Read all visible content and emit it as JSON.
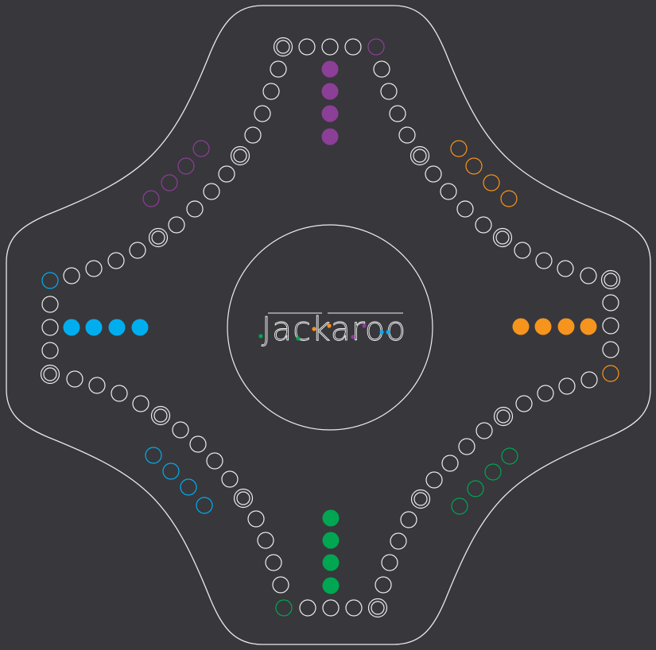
{
  "game": {
    "title": "Jackaroo"
  },
  "colors": {
    "background": "#38373c",
    "line": "#ececec",
    "purple": "#8c3f96",
    "orange": "#f7941d",
    "blue": "#00aeef",
    "green": "#00a651"
  },
  "players": [
    {
      "name": "purple",
      "side": "top",
      "color": "#8c3f96",
      "home_marbles": 4,
      "goal_slots": 4
    },
    {
      "name": "orange",
      "side": "right",
      "color": "#f7941d",
      "home_marbles": 4,
      "goal_slots": 4
    },
    {
      "name": "green",
      "side": "bottom",
      "color": "#00a651",
      "home_marbles": 4,
      "goal_slots": 4
    },
    {
      "name": "blue",
      "side": "left",
      "color": "#00aeef",
      "home_marbles": 4,
      "goal_slots": 4
    }
  ]
}
